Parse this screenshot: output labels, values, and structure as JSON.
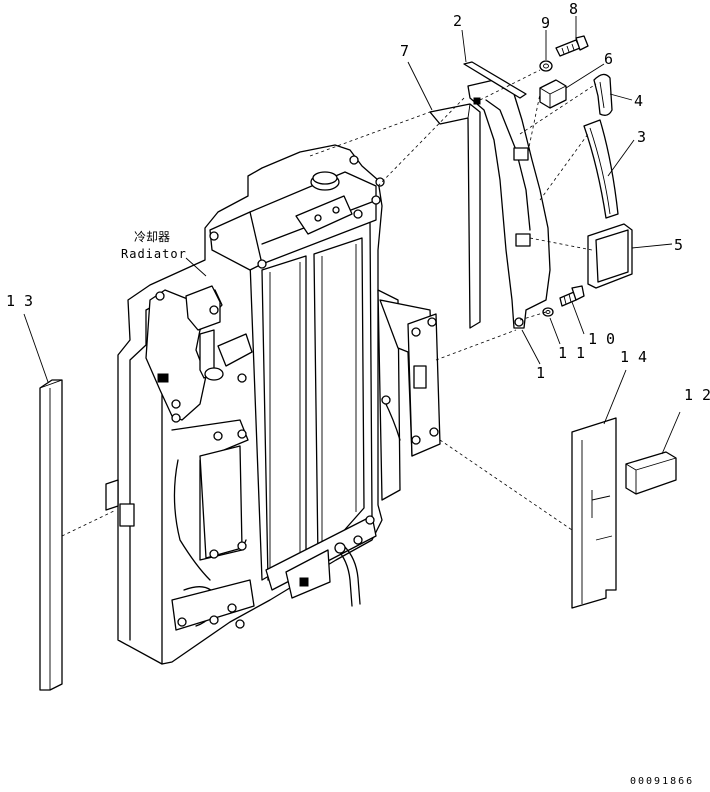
{
  "part_labels": [
    {
      "id": "1",
      "text": "1"
    },
    {
      "id": "2",
      "text": "2"
    },
    {
      "id": "3",
      "text": "3"
    },
    {
      "id": "4",
      "text": "4"
    },
    {
      "id": "5",
      "text": "5"
    },
    {
      "id": "6",
      "text": "6"
    },
    {
      "id": "7",
      "text": "7"
    },
    {
      "id": "8",
      "text": "8"
    },
    {
      "id": "9",
      "text": "9"
    },
    {
      "id": "10",
      "text": "1 0"
    },
    {
      "id": "11",
      "text": "1 1"
    },
    {
      "id": "12",
      "text": "1 2"
    },
    {
      "id": "13",
      "text": "1 3"
    },
    {
      "id": "14",
      "text": "1 4"
    }
  ],
  "radiator_label": {
    "japanese": "冷却器",
    "english": "Radiator"
  },
  "drawing_code": "00091866"
}
